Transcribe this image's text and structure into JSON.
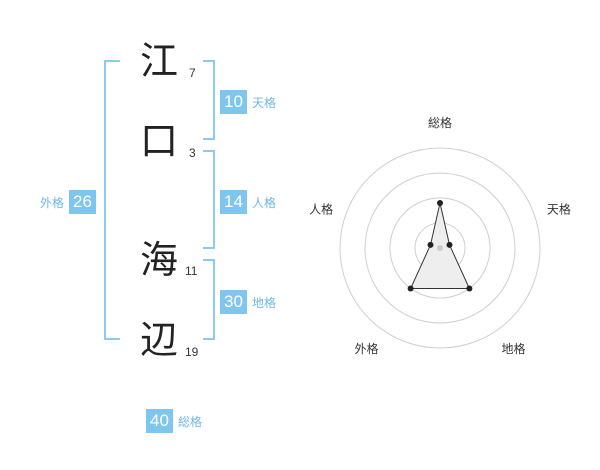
{
  "name_chars": [
    {
      "char": "江",
      "strokes": "7"
    },
    {
      "char": "口",
      "strokes": "3"
    },
    {
      "char": "海",
      "strokes": "11"
    },
    {
      "char": "辺",
      "strokes": "19"
    }
  ],
  "scores": {
    "tenkaku": {
      "value": "10",
      "label": "天格"
    },
    "jinkaku": {
      "value": "14",
      "label": "人格"
    },
    "chikaku": {
      "value": "30",
      "label": "地格"
    },
    "gaikaku": {
      "value": "26",
      "label": "外格"
    },
    "soukaku": {
      "value": "40",
      "label": "総格"
    }
  },
  "colors": {
    "accent": "#7fc6ef",
    "bracket": "#8ccbf0",
    "label": "#6fb8e6"
  },
  "chart_data": {
    "type": "radar",
    "axes": [
      "総格",
      "天格",
      "地格",
      "外格",
      "人格"
    ],
    "values": [
      0.45,
      0.1,
      0.5,
      0.5,
      0.1
    ],
    "max": 1,
    "rings": 4
  }
}
